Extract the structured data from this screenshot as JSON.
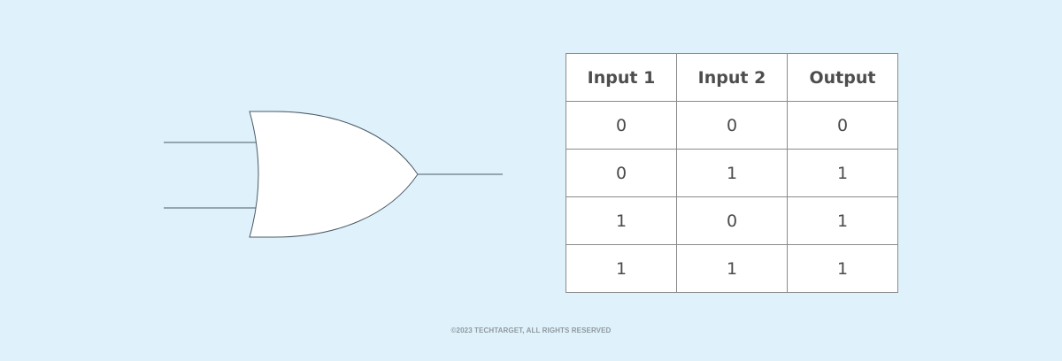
{
  "diagram": {
    "gate_type": "or-gate",
    "line_color": "#4a5a66",
    "gate_fill": "#ffffff"
  },
  "truth_table": {
    "headers": [
      "Input 1",
      "Input 2",
      "Output"
    ],
    "rows": [
      [
        "0",
        "0",
        "0"
      ],
      [
        "0",
        "1",
        "1"
      ],
      [
        "1",
        "0",
        "1"
      ],
      [
        "1",
        "1",
        "1"
      ]
    ]
  },
  "footer": {
    "copyright": "©2023 TECHTARGET, ALL RIGHTS RESERVED"
  }
}
